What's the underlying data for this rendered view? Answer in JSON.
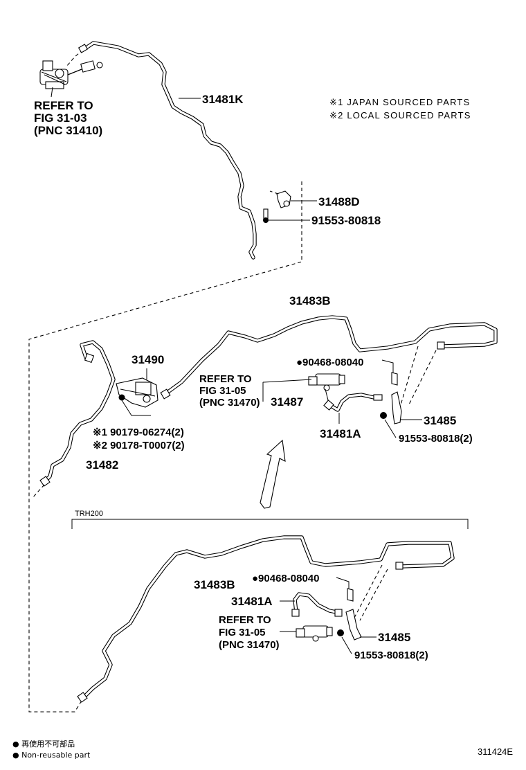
{
  "figure_id": "311424E",
  "notes": {
    "japan": "※1 JAPAN SOURCED PARTS",
    "local": "※2 LOCAL SOURCED PARTS"
  },
  "variant_label": "TRH200",
  "legend": {
    "jp": "● 再使用不可部品",
    "en": "● Non-reusable part"
  },
  "callouts": {
    "refer_top": [
      "REFER TO",
      "FIG 31-03",
      "(PNC 31410)"
    ],
    "p31481K": "31481K",
    "p31488D": "31488D",
    "p91553_top": "91553-80818",
    "p31483B_mid": "31483B",
    "p31490": "31490",
    "p90468_mid": "●90468-08040",
    "refer_mid": [
      "REFER TO",
      "FIG 31-05",
      "(PNC 31470)"
    ],
    "p31487": "31487",
    "p31485_mid": "31485",
    "p31481A_mid": "31481A",
    "p91553_mid": "91553-80818(2)",
    "p90179": "※1 90179-06274(2)",
    "p90178": "※2 90178-T0007(2)",
    "p31482": "31482",
    "p31483B_bot": "31483B",
    "p90468_bot": "●90468-08040",
    "p31481A_bot": "31481A",
    "refer_bot": [
      "REFER TO",
      "FIG 31-05",
      "(PNC 31470)"
    ],
    "p31485_bot": "31485",
    "p91553_bot": "91553-80818(2)"
  }
}
